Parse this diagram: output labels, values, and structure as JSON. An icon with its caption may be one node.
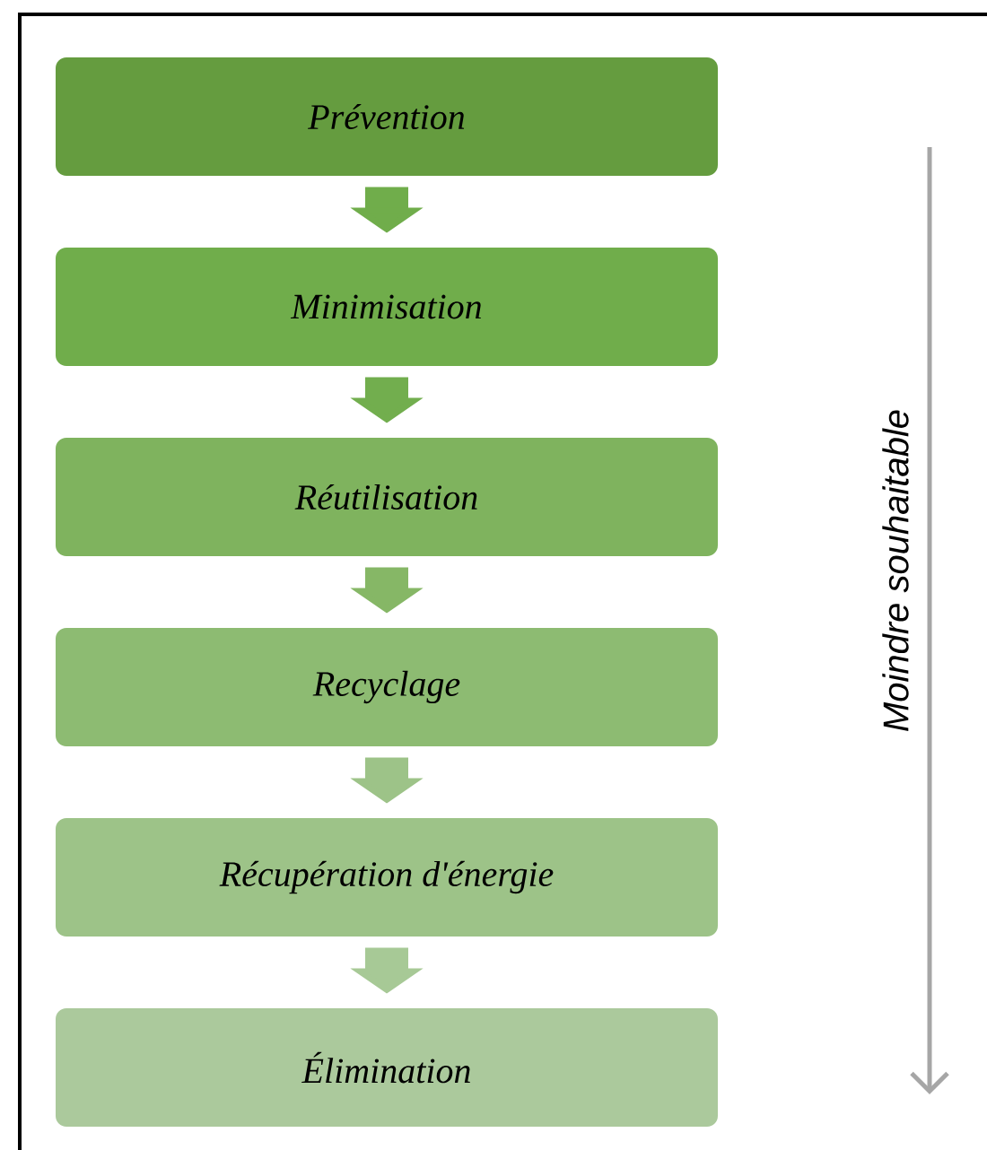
{
  "diagram": {
    "nodes": [
      {
        "text": [
          "Prévention"
        ]
      },
      {
        "text": [
          "Minimisation"
        ]
      },
      {
        "text": [
          "Réutilisation"
        ]
      },
      {
        "text": [
          "Recyclage"
        ]
      },
      {
        "text": [
          "Récupération d'énergie"
        ]
      },
      {
        "text": [
          "Élimination"
        ]
      }
    ],
    "edges": [
      {
        "from": 0,
        "to": 1,
        "arrow": "to"
      },
      {
        "from": 1,
        "to": 2,
        "arrow": "to"
      },
      {
        "from": 2,
        "to": 3,
        "arrow": "to"
      },
      {
        "from": 3,
        "to": 4,
        "arrow": "to"
      },
      {
        "from": 4,
        "to": 5,
        "arrow": "to"
      }
    ],
    "labels": [
      "Moindre souhaitable"
    ]
  }
}
